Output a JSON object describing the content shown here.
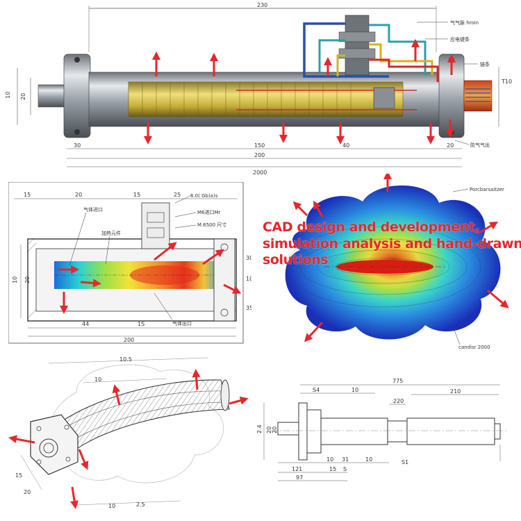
{
  "colors": {
    "arrow": "#e8262b",
    "caption": "#e8262b",
    "line": "#333333",
    "pipe_blue": "#2a4fa8",
    "pipe_teal": "#2aa0a8",
    "pipe_yellow": "#d8b21a",
    "pipe_red": "#d8262b"
  },
  "caption": {
    "line1": "CAD design and development,",
    "line2": "simulation analysis and hand-drawn",
    "line3": "solutions"
  },
  "render_view": {
    "dims": {
      "top": "230",
      "bottom1": "150",
      "bottom1b": "40",
      "bottom_left": "30",
      "bottom_right": "20",
      "bottom2": "200",
      "bottom3": "2000",
      "left1": "10",
      "left2": "20",
      "right": "T10"
    },
    "labels": {
      "gas_inlet": "气气脉 hroin",
      "fitting": "应电键条",
      "chain": "链条",
      "gas_outlet": "防气气出"
    }
  },
  "section_view": {
    "dims": {
      "top_a": "15",
      "top_b": "20",
      "top_c": "15",
      "top_d": "25",
      "left": "10",
      "left_b": "20",
      "right_a": "30",
      "right_b": "10",
      "right_c": "35",
      "bottom_a": "44",
      "bottom_b": "1S",
      "bottom_c": "200"
    },
    "labels": {
      "a": "气体进口",
      "b": "6.0( Gb)a)s",
      "c": "M6进口Mr",
      "d": "M.6500 尺寸",
      "e": "加热元件",
      "f": "气体出口"
    }
  },
  "heatmap": {
    "label_top": "Porcbarsaitzer",
    "label_bottom": "candisr 2000"
  },
  "sketch_view": {
    "dims": {
      "top": "10.5",
      "inner": "10",
      "left_a": "15",
      "left_b": "20",
      "bottom_a": "10",
      "bottom_b": "2.5"
    }
  },
  "shaft_view": {
    "dims": {
      "top": "775",
      "top_a": "S4",
      "top_b": "10",
      "mid": "220",
      "right": "210",
      "left_a": "2.4",
      "left_b": "20",
      "left_c": "20",
      "bottom_a": "10",
      "bottom_b": "31",
      "bottom_c": "10",
      "bottom_d": "121",
      "bottom_e": "15",
      "bottom_f": "S",
      "bottom_g": "97",
      "bottom_h": "S1"
    }
  }
}
